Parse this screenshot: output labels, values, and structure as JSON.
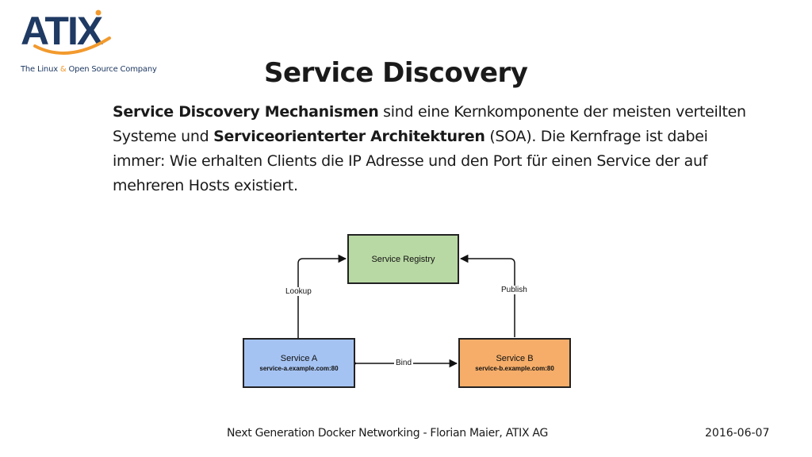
{
  "logo": {
    "brand": "ATIX",
    "tagline_part1": "The Linux ",
    "tagline_amp": "&",
    "tagline_part2": " Open Source Company",
    "colors": {
      "navy": "#1f3a63",
      "orange": "#f29a2e"
    }
  },
  "slide": {
    "title": "Service Discovery",
    "body": {
      "b1": "Service Discovery Mechanismen",
      "t1": " sind eine Kernkomponente der meisten verteilten Systeme und ",
      "b2": "Serviceorienterter Architekturen",
      "t2": " (SOA). Die Kernfrage ist dabei immer: Wie erhalten Clients die IP Adresse und den Port für einen Service der auf mehreren Hosts existiert."
    }
  },
  "diagram": {
    "nodes": {
      "registry": {
        "name": "Service Registry",
        "color": "#b9d9a4"
      },
      "service_a": {
        "name": "Service A",
        "host": "service-a.example.com:80",
        "color": "#a5c3f2"
      },
      "service_b": {
        "name": "Service B",
        "host": "service-b.example.com:80",
        "color": "#f5ad69"
      }
    },
    "edges": {
      "lookup": "Lookup",
      "publish": "Publish",
      "bind": "Bind"
    }
  },
  "footer": {
    "text": "Next Generation Docker Networking - Florian Maier, ATIX AG",
    "date": "2016-06-07"
  }
}
